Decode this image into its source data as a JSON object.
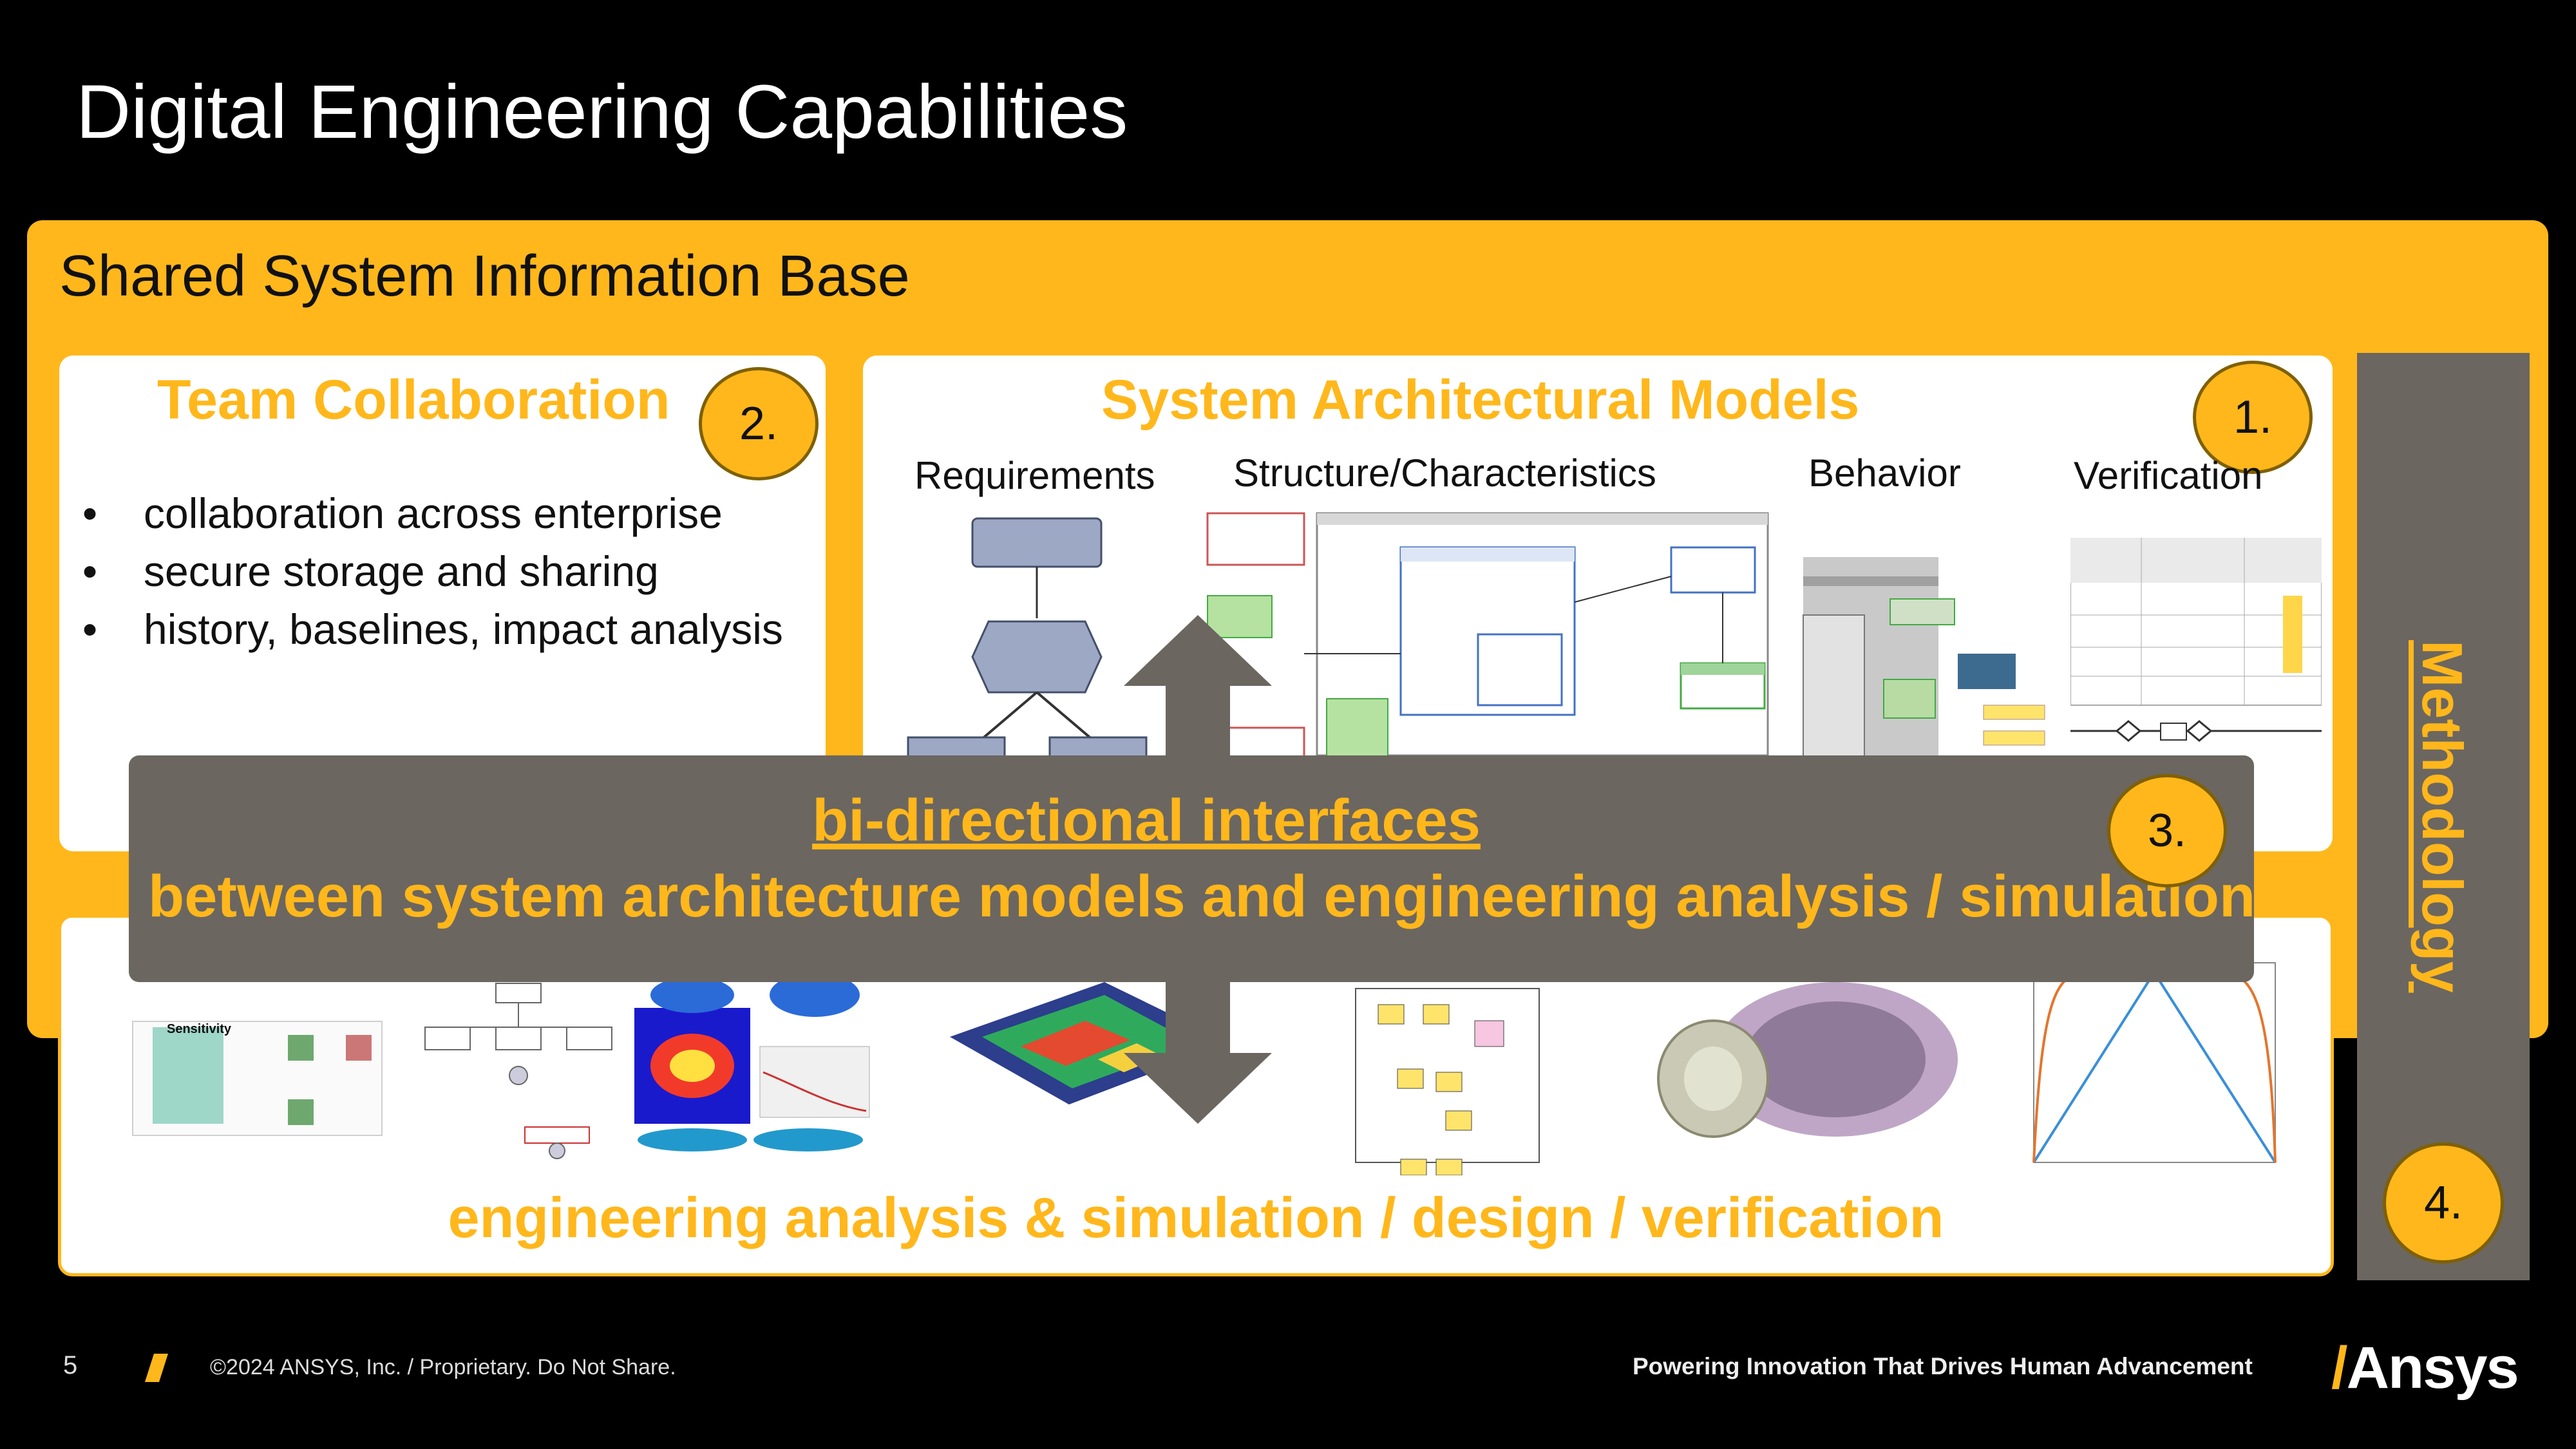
{
  "slide": {
    "title": "Digital Engineering Capabilities",
    "page_number": "5",
    "copyright": "©2024 ANSYS, Inc. / Proprietary. Do Not Share.",
    "tagline": "Powering Innovation That Drives Human Advancement",
    "logo_text": "Ansys"
  },
  "shared_base": {
    "label": "Shared System Information Base"
  },
  "team": {
    "heading": "Team Collaboration",
    "badge": "2.",
    "bullets": [
      "collaboration across enterprise",
      "secure storage and sharing",
      "history, baselines, impact analysis"
    ]
  },
  "architecture": {
    "heading": "System Architectural Models",
    "badge": "1.",
    "columns": [
      "Requirements",
      "Structure/Characteristics",
      "Behavior",
      "Verification"
    ]
  },
  "interfaces": {
    "title": "bi-directional interfaces",
    "subtitle": "between system architecture models and engineering analysis / simulation",
    "badge": "3."
  },
  "analysis": {
    "label": "engineering analysis & simulation / design / verification",
    "thumbnail_captions": {
      "sensitivity": "Sensitivity"
    }
  },
  "methodology": {
    "label": "Methodology",
    "badge": "4."
  },
  "colors": {
    "accent": "#FFB71B",
    "panel_gray": "#6B6660",
    "background": "#000000",
    "card": "#FFFFFF"
  },
  "icons": [
    "double-arrow-icon",
    "logo-slash-icon",
    "footer-slash-icon"
  ]
}
